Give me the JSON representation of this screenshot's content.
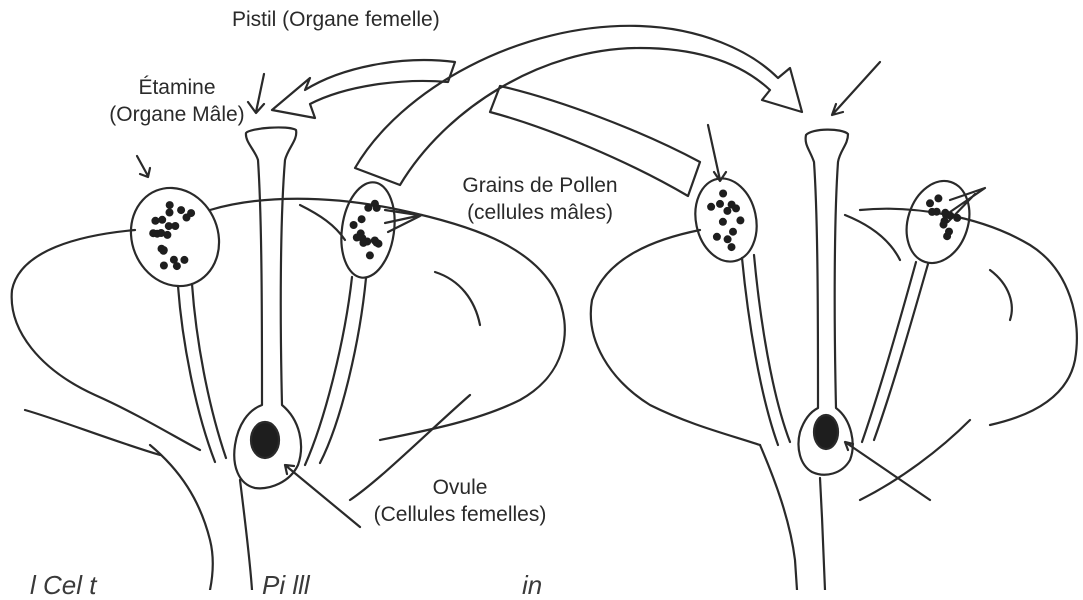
{
  "labels": {
    "pistil": "Pistil (Organe femelle)",
    "etamine_line1": "Étamine",
    "etamine_line2": "(Organe Mâle)",
    "grains_line1": "Grains de Pollen",
    "grains_line2": "(cellules mâles)",
    "ovule_line1": "Ovule",
    "ovule_line2": "(Cellules femelles)"
  },
  "cut_off_text": {
    "left": "l Cel t",
    "middle": "Pi lll",
    "right": "in"
  },
  "colors": {
    "ink": "#2a2a2a",
    "background": "#ffffff"
  }
}
